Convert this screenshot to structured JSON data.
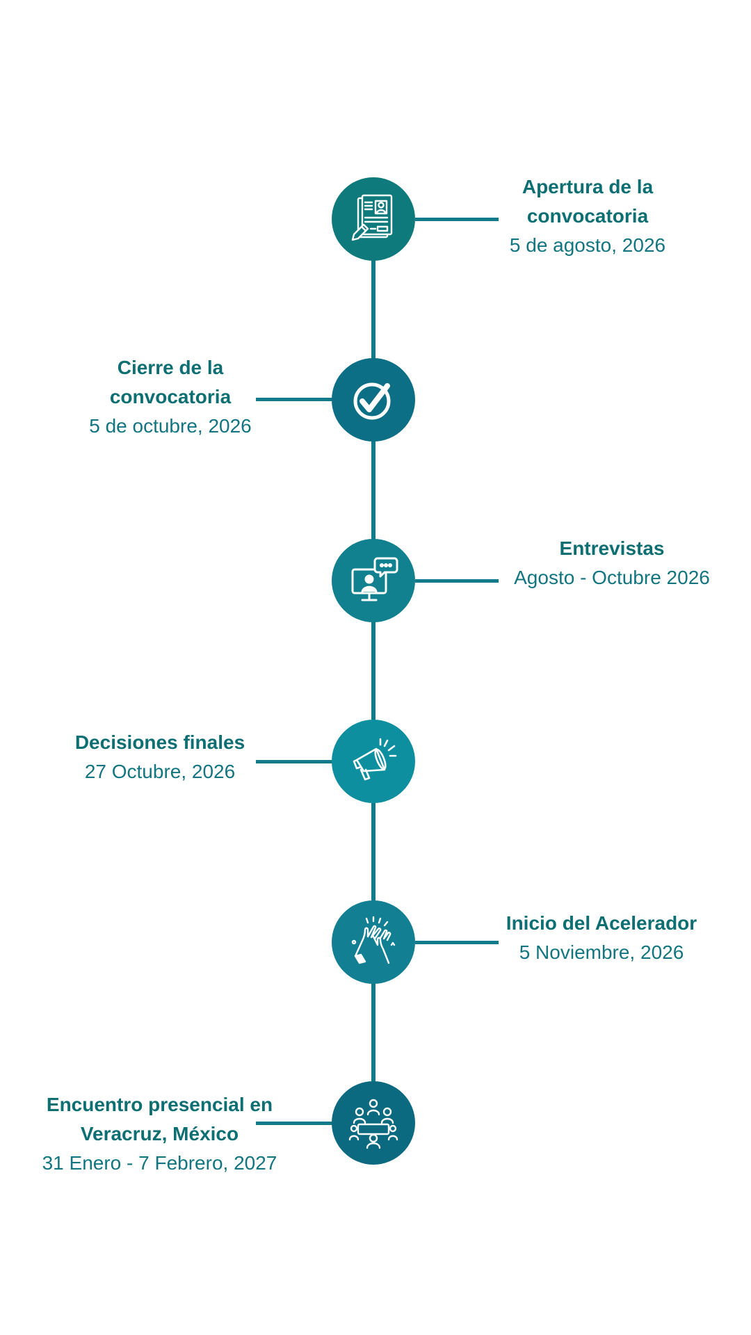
{
  "colors": {
    "line": "#117a8b",
    "title_text": "#0e6f73",
    "date_text": "#127580",
    "node_1": "#0f7a7c",
    "node_2": "#0c6f86",
    "node_3": "#11808f",
    "node_4": "#0e8fa0",
    "node_5": "#127f93",
    "node_6": "#0b6a80"
  },
  "milestones": [
    {
      "title": "Apertura de la convocatoria",
      "date": "5 de agosto, 2026",
      "icon": "document-profile-icon",
      "side": "right"
    },
    {
      "title": "Cierre de la convocatoria",
      "date": "5 de octubre, 2026",
      "icon": "checkmark-circle-icon",
      "side": "left"
    },
    {
      "title": "Entrevistas",
      "date": "Agosto - Octubre 2026",
      "icon": "video-chat-icon",
      "side": "right"
    },
    {
      "title": "Decisiones finales",
      "date": "27 Octubre, 2026",
      "icon": "megaphone-icon",
      "side": "left"
    },
    {
      "title": "Inicio del Acelerador",
      "date": "5 Noviembre, 2026",
      "icon": "high-five-icon",
      "side": "right"
    },
    {
      "title": "Encuentro presencial en Veracruz, México",
      "date": "31 Enero - 7 Febrero, 2027",
      "icon": "meeting-table-icon",
      "side": "left"
    }
  ]
}
